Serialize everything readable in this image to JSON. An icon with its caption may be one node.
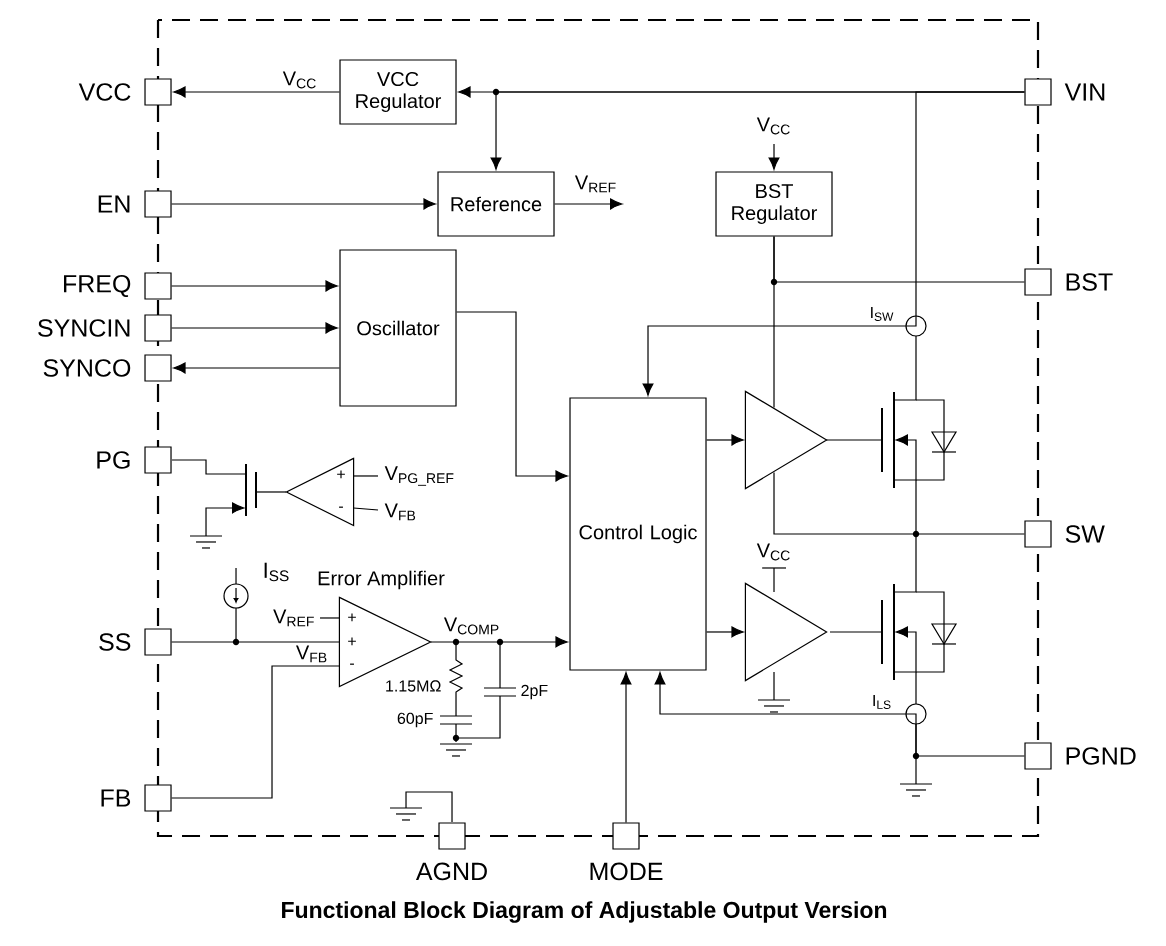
{
  "diagram": {
    "caption": "Functional Block Diagram of Adjustable Output Version",
    "nodes": [
      {
        "text": [],
        "shape": "box",
        "beside": [
          "VCC"
        ]
      },
      {
        "text": [],
        "shape": "box",
        "beside": [
          "EN"
        ]
      },
      {
        "text": [],
        "shape": "box",
        "beside": [
          "FREQ"
        ]
      },
      {
        "text": [],
        "shape": "box",
        "beside": [
          "SYNCIN"
        ]
      },
      {
        "text": [],
        "shape": "box",
        "beside": [
          "SYNCO"
        ]
      },
      {
        "text": [],
        "shape": "box",
        "beside": [
          "PG"
        ]
      },
      {
        "text": [],
        "shape": "box",
        "beside": [
          "SS"
        ]
      },
      {
        "text": [],
        "shape": "box",
        "beside": [
          "FB"
        ]
      },
      {
        "text": [],
        "shape": "box",
        "beside": [
          "AGND"
        ]
      },
      {
        "text": [],
        "shape": "box",
        "beside": [
          "MODE"
        ]
      },
      {
        "text": [],
        "shape": "box",
        "beside": [
          "VIN"
        ]
      },
      {
        "text": [],
        "shape": "box",
        "beside": [
          "BST"
        ]
      },
      {
        "text": [],
        "shape": "box",
        "beside": [
          "SW"
        ]
      },
      {
        "text": [],
        "shape": "box",
        "beside": [
          "PGND"
        ]
      },
      {
        "text": [
          "VCC Regulator"
        ]
      },
      {
        "text": [
          "Reference"
        ]
      },
      {
        "text": [
          "BST Regulator"
        ]
      },
      {
        "text": [
          "Oscillator"
        ]
      },
      {
        "text": [
          "Control Logic"
        ]
      },
      {
        "text": [
          "+",
          "-"
        ]
      },
      {
        "text": [
          "Error Amplifier",
          "+",
          "+",
          "-"
        ]
      },
      {
        "text": [],
        "shape": "triangle"
      },
      {
        "text": [],
        "shape": "triangle"
      }
    ],
    "edges": [
      {
        "from": 14,
        "to": 0,
        "arrow": "to",
        "label": "V$_{CC}$"
      },
      {
        "from": 10,
        "to": 14,
        "arrow": "to"
      },
      {
        "from": 10,
        "to": 15,
        "arrow": "to"
      },
      {
        "from": 1,
        "to": 15,
        "arrow": "to"
      },
      {
        "from": 15,
        "to": null,
        "arrow": "to",
        "label": "V$_{REF}$"
      },
      {
        "from": 2,
        "to": 17,
        "arrow": "to"
      },
      {
        "from": 3,
        "to": 17,
        "arrow": "to"
      },
      {
        "from": 17,
        "to": 4,
        "arrow": "to"
      },
      {
        "from": 17,
        "to": 18,
        "arrow": "to"
      },
      {
        "from": 18,
        "to": 21,
        "arrow": "to"
      },
      {
        "from": 18,
        "to": 22,
        "arrow": "to"
      },
      {
        "from": 9,
        "to": 18,
        "arrow": "to"
      },
      {
        "from": null,
        "to": 16,
        "arrow": "to",
        "label": "V$_{CC}$"
      },
      {
        "from": 16,
        "to": 11,
        "arrow": "none"
      },
      {
        "from": 16,
        "to": 21,
        "arrow": "none"
      },
      {
        "from": 10,
        "to": 18,
        "arrow": "to",
        "label": "I$_{SW}$"
      },
      {
        "from": 13,
        "to": 18,
        "arrow": "to",
        "label": "I$_{LS}$"
      },
      {
        "from": 21,
        "to": 12,
        "arrow": "none"
      },
      {
        "from": null,
        "to": 19,
        "arrow": "none",
        "label": "V$_{PG_REF}$"
      },
      {
        "from": null,
        "to": 19,
        "arrow": "none",
        "label": "V$_{FB}$"
      },
      {
        "from": null,
        "to": 20,
        "arrow": "none",
        "label": "V$_{REF}$"
      },
      {
        "from": 6,
        "to": 20,
        "arrow": "none"
      },
      {
        "from": 7,
        "to": 20,
        "arrow": "none",
        "label": "V$_{FB}$"
      },
      {
        "from": 20,
        "to": 18,
        "arrow": "to",
        "label": "V$_{COMP}$"
      }
    ],
    "labels": [
      "V$_{CC}$",
      "I$_{SS}$",
      "1.15MΩ",
      "2pF",
      "60pF"
    ]
  }
}
